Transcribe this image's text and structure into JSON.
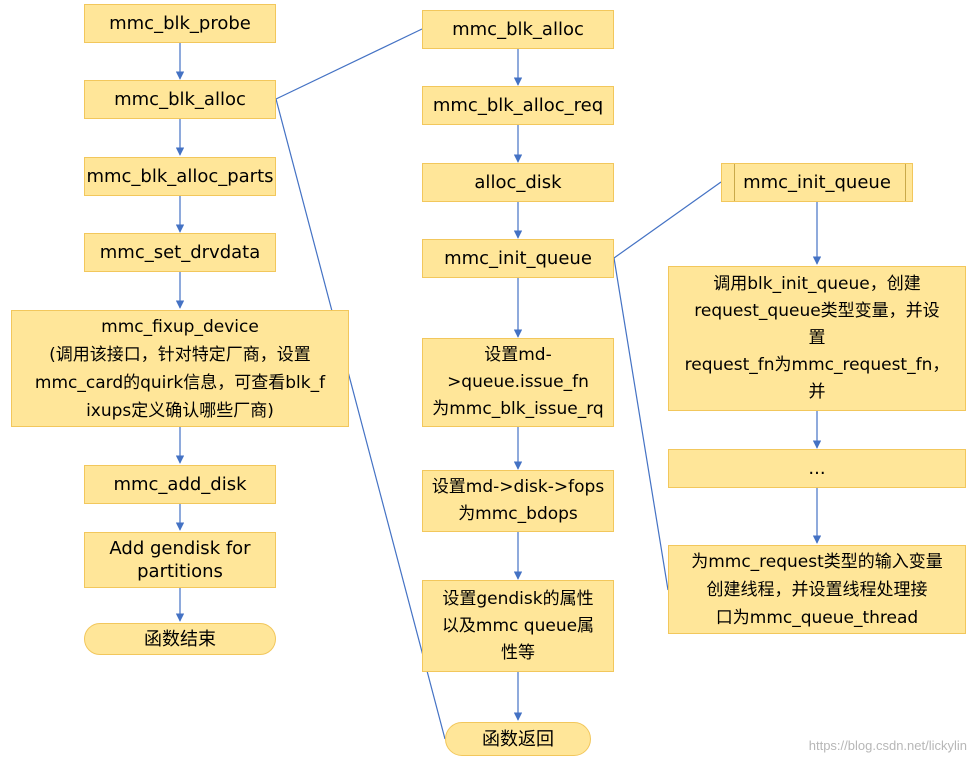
{
  "colors": {
    "box_fill": "#FFE699",
    "box_border": "#F2C75C",
    "line": "#4472C4"
  },
  "col1": {
    "probe": "mmc_blk_probe",
    "alloc": "mmc_blk_alloc",
    "alloc_parts": "mmc_blk_alloc_parts",
    "set_drvdata": "mmc_set_drvdata",
    "fixup": "mmc_fixup_device\n(调用该接口，针对特定厂商，设置\nmmc_card的quirk信息，可查看blk_f\nixups定义确认哪些厂商)",
    "add_disk": "mmc_add_disk",
    "add_gendisk": "Add gendisk for\npartitions",
    "end": "函数结束"
  },
  "col2": {
    "alloc": "mmc_blk_alloc",
    "alloc_req": "mmc_blk_alloc_req",
    "alloc_disk": "alloc_disk",
    "init_queue": "mmc_init_queue",
    "issue_fn": "设置md-\n>queue.issue_fn\n为mmc_blk_issue_rq",
    "fops": "设置md->disk->fops\n为mmc_bdops",
    "gendisk_attr": "设置gendisk的属性\n以及mmc queue属\n性等",
    "return": "函数返回"
  },
  "col3": {
    "init_queue": "mmc_init_queue",
    "blk_init": "调用blk_init_queue，创建\nrequest_queue类型变量，并设\n置\nrequest_fn为mmc_request_fn，\n并",
    "ellipsis": "...",
    "thread": "为mmc_request类型的输入变量\n创建线程，并设置线程处理接\n口为mmc_queue_thread"
  },
  "watermark": "https://blog.csdn.net/lickylin"
}
